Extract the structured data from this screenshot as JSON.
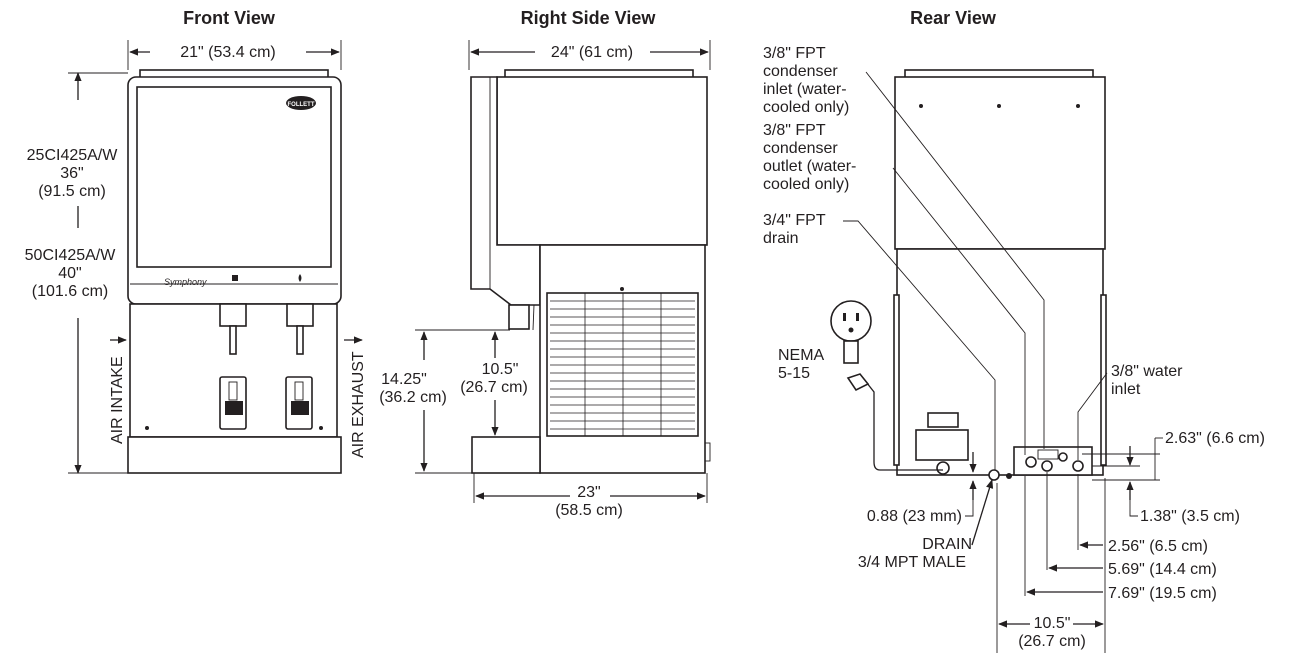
{
  "views": {
    "front": {
      "title": "Front View",
      "width": "21\" (53.4 cm)",
      "height_25_model": "25CI425A/W",
      "height_25_in": "36\"",
      "height_25_cm": "(91.5 cm)",
      "height_50_model": "50CI425A/W",
      "height_50_in": "40\"",
      "height_50_cm": "(101.6 cm)",
      "air_intake": "AIR INTAKE",
      "air_exhaust": "AIR EXHAUST",
      "logo_text": "FOLLETT",
      "script_text": "Symphony"
    },
    "side": {
      "title": "Right Side View",
      "depth_top": "24\" (61 cm)",
      "depth_base_in": "23\"",
      "depth_base_cm": "(58.5 cm)",
      "dispense_14_in": "14.25\"",
      "dispense_14_cm": "(36.2 cm)",
      "dispense_10_in": "10.5\"",
      "dispense_10_cm": "(26.7 cm)"
    },
    "rear": {
      "title": "Rear View",
      "condenser_inlet": [
        "3/8\" FPT",
        "condenser",
        "inlet (water-",
        "cooled only)"
      ],
      "condenser_outlet": [
        "3/8\" FPT",
        "condenser",
        "outlet (water-",
        "cooled only)"
      ],
      "drain_fpt": [
        "3/4\" FPT",
        "drain"
      ],
      "nema": [
        "NEMA",
        "5-15"
      ],
      "water_inlet": [
        "3/8\" water",
        "inlet"
      ],
      "dim_263": "2.63\" (6.6 cm)",
      "dim_138": "1.38\" (3.5 cm)",
      "dim_088": "0.88 (23 mm)",
      "drain_male": [
        "DRAIN",
        "3/4 MPT MALE"
      ],
      "dim_256": "2.56\" (6.5 cm)",
      "dim_569": "5.69\" (14.4 cm)",
      "dim_769": "7.69\" (19.5 cm)",
      "dim_105_in": "10.5\"",
      "dim_105_cm": "(26.7 cm)"
    }
  }
}
